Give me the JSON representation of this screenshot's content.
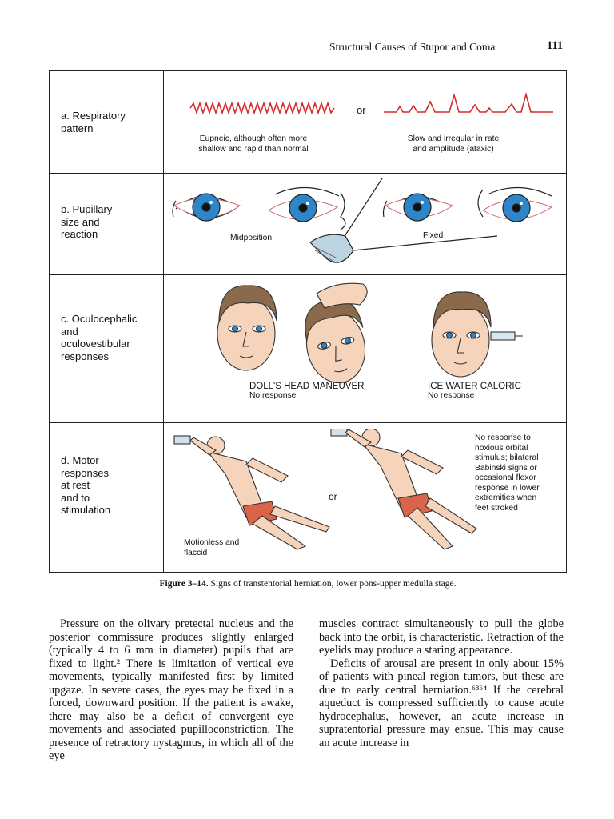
{
  "header": {
    "running_title": "Structural Causes of Stupor and Coma",
    "page_number": "111"
  },
  "figure": {
    "rows": [
      {
        "label": "a. Respiratory\n    pattern",
        "left_caption": "Eupneic, although often more\nshallow and rapid than normal",
        "or_text": "or",
        "right_caption": "Slow and irregular in rate\nand amplitude (ataxic)"
      },
      {
        "label": "b. Pupillary\n    size and\n    reaction",
        "left_caption": "Midposition",
        "right_caption": "Fixed"
      },
      {
        "label": "c. Oculocephalic\n    and\n    oculovestibular\n    responses",
        "left_title": "DOLL'S HEAD MANEUVER",
        "left_sub": "No response",
        "right_title": "ICE WATER CALORIC",
        "right_sub": "No response"
      },
      {
        "label": "d. Motor\n    responses\n    at rest\n    and to\n    stimulation",
        "left_caption": "Motionless and\nflaccid",
        "or_text": "or",
        "right_caption": "No response to\nnoxious orbital\nstimulus; bilateral\nBabinski signs or\noccasional flexor\nresponse in lower\nextremities when\nfeet stroked"
      }
    ],
    "caption_label": "Figure 3–14.",
    "caption_text": " Signs of transtentorial herniation, lower pons-upper medulla stage."
  },
  "body": {
    "col1_p1": "Pressure on the olivary pretectal nucleus and the posterior commissure produces slightly enlarged (typically 4 to 6 mm in diameter) pupils that are fixed to light.² There is limitation of vertical eye movements, typically manifested first by limited upgaze. In severe cases, the eyes may be fixed in a forced, downward position. If the patient is awake, there may also be a deficit of convergent eye movements and associated pupilloconstriction. The presence of retractory nystagmus, in which all of the eye",
    "col2_p1": "muscles contract simultaneously to pull the globe back into the orbit, is characteristic. Retraction of the eyelids may produce a staring appearance.",
    "col2_p2": "Deficits of arousal are present in only about 15% of patients with pineal region tumors, but these are due to early central herniation.⁶³⁶⁴ If the cerebral aqueduct is compressed sufficiently to cause acute hydrocephalus, however, an acute increase in supratentorial pressure may ensue. This may cause an acute increase in"
  },
  "colors": {
    "trace": "#d42a2a",
    "iris": "#2c86c9",
    "skin": "#f6d3bb",
    "hair": "#8a6a4a",
    "shorts": "#d9644a"
  }
}
